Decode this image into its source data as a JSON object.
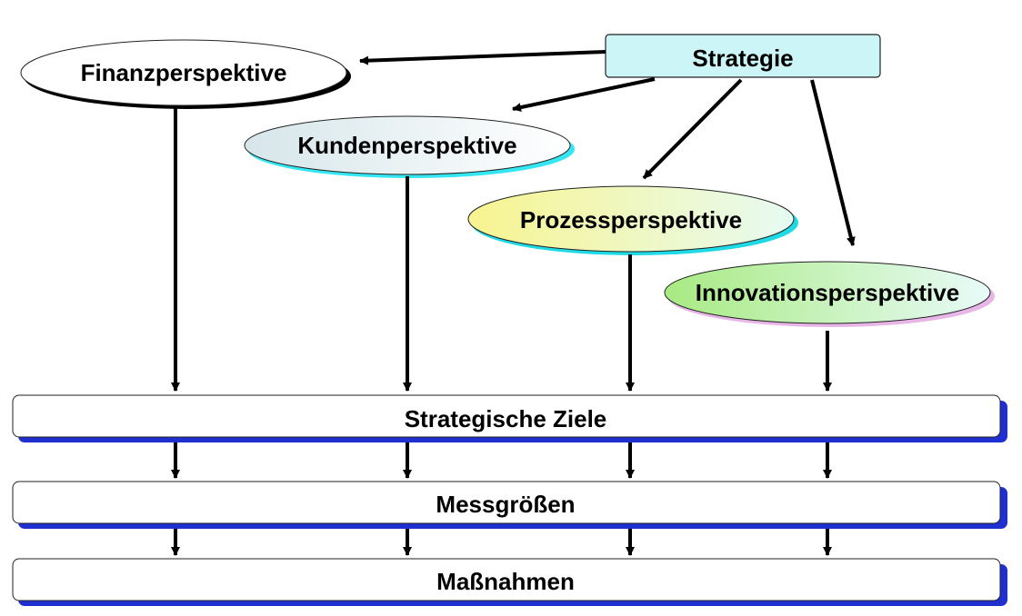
{
  "strategy": {
    "label": "Strategie"
  },
  "perspectives": [
    {
      "label": "Finanzperspektive"
    },
    {
      "label": "Kundenperspektive"
    },
    {
      "label": "Prozessperspektive"
    },
    {
      "label": "Innovationsperspektive"
    }
  ],
  "levels": [
    {
      "label": "Strategische Ziele"
    },
    {
      "label": "Messgrößen"
    },
    {
      "label": "Maßnahmen"
    }
  ],
  "colors": {
    "strategy_fill": "#ccf5f7",
    "bar_shadow": "#1f2fd0",
    "finanz_fill": "#ffffff",
    "kunden_fill": "#e3f0f0",
    "prozess_fill": "#f7f5a8",
    "innovation_fill": "#b8ef98"
  }
}
